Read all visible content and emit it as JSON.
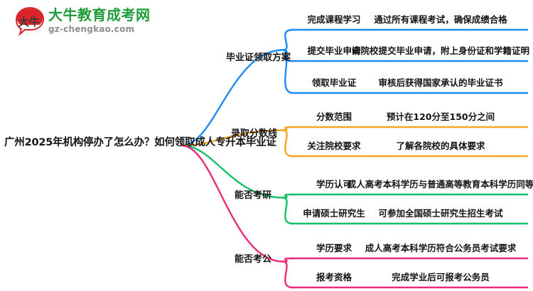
{
  "logo": {
    "mark_text": "大牛",
    "title": "大牛教育成考网",
    "subtitle": "gz-chengkao.com",
    "title_color": "#1f9c3a",
    "mark_color": "#d9252a"
  },
  "mindmap": {
    "root": {
      "label": "广州2025年机构停办了怎么办？如何领取成人专升本毕业证"
    },
    "branches": [
      {
        "label": "毕业证领取方案",
        "color": "#1a8cf5",
        "children": [
          {
            "title": "完成课程学习",
            "desc": "通过所有课程考试，确保成绩合格"
          },
          {
            "title": "提交毕业申请",
            "desc": "向院校提交毕业申请，附上身份证和学籍证明"
          },
          {
            "title": "领取毕业证",
            "desc": "审核后获得国家承认的毕业证书"
          }
        ]
      },
      {
        "label": "录取分数线",
        "color": "#f5a623",
        "children": [
          {
            "title": "分数范围",
            "desc": "预计在120分至150分之间"
          },
          {
            "title": "关注院校要求",
            "desc": "了解各院校的具体要求"
          }
        ]
      },
      {
        "label": "能否考研",
        "color": "#13c06a",
        "children": [
          {
            "title": "学历认可",
            "desc": "成人高考本科学历与普通高等教育本科学历同等"
          },
          {
            "title": "申请硕士研究生",
            "desc": "可参加全国硕士研究生招生考试"
          }
        ]
      },
      {
        "label": "能否考公",
        "color": "#ec2a7b",
        "children": [
          {
            "title": "学历要求",
            "desc": "成人高考本科学历符合公务员考试要求"
          },
          {
            "title": "报考资格",
            "desc": "完成学业后可报考公务员"
          }
        ]
      }
    ]
  }
}
